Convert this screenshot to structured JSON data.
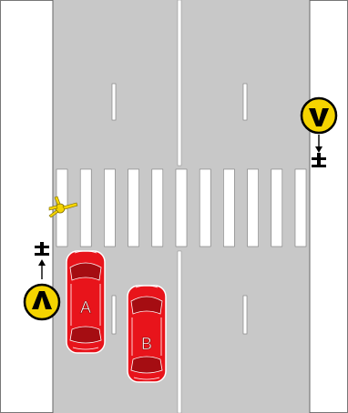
{
  "scene": {
    "description_labels": [
      "A",
      "B"
    ],
    "colors": {
      "road": "#c8c8c8",
      "sidewalk": "#ffffff",
      "marking": "#ffffff",
      "car": "#e8141b",
      "car_dark": "#a50d12",
      "sign_yellow": "#f5d400",
      "sign_black": "#000000",
      "border": "#555555"
    },
    "cars": [
      {
        "label": "A",
        "icon": "car-icon"
      },
      {
        "label": "B",
        "icon": "car-icon"
      }
    ],
    "signs": [
      {
        "name": "pedestrian-crossing-sign-right",
        "icon": "curve-down-sign-icon"
      },
      {
        "name": "pedestrian-crossing-sign-left",
        "icon": "curve-up-sign-icon"
      }
    ],
    "crosswalk_stripes": 11
  }
}
